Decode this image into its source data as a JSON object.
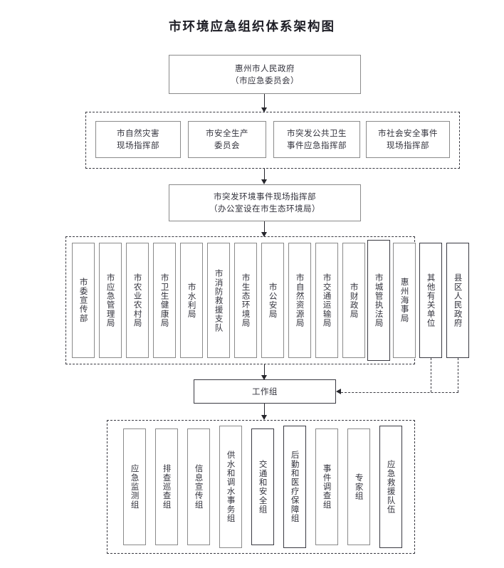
{
  "title": "市环境应急组织体系架构图",
  "top": {
    "line1": "惠州市人民政府",
    "line2": "（市应急委员会）"
  },
  "command_centers": [
    {
      "line1": "市自然灾害",
      "line2": "现场指挥部"
    },
    {
      "line1": "市安全生产",
      "line2": "委员会"
    },
    {
      "line1": "市突发公共卫生",
      "line2": "事件应急指挥部"
    },
    {
      "line1": "市社会安全事件",
      "line2": "现场指挥部"
    }
  ],
  "site_hq": {
    "line1": "市突发环境事件现场指挥部",
    "line2": "（办公室设在市生态环境局）"
  },
  "member_units": [
    {
      "label": "市委宣传部"
    },
    {
      "label": "市应急管理局"
    },
    {
      "label": "市农业农村局"
    },
    {
      "label": "市卫生健康局"
    },
    {
      "label": "市水利局"
    },
    {
      "label": "市消防救援支队"
    },
    {
      "label": "市生态环境局"
    },
    {
      "label": "市公安局"
    },
    {
      "label": "市自然资源局"
    },
    {
      "label": "市交通运输局"
    },
    {
      "label": "市财政局"
    },
    {
      "label": "市城管执法局"
    },
    {
      "label": "惠州海事局"
    }
  ],
  "external_units": [
    {
      "label": "其他有关单位"
    },
    {
      "label": "县区人民政府"
    }
  ],
  "working_group": {
    "label": "工作组"
  },
  "task_groups": [
    {
      "label": "应急监测组"
    },
    {
      "label": "排查巡查组"
    },
    {
      "label": "信息宣传组"
    },
    {
      "label": "供水和调水事务组"
    },
    {
      "label": "交通和安全组"
    },
    {
      "label": "后勤和医疗保障组"
    },
    {
      "label": "事件调查组"
    },
    {
      "label": "专家组"
    },
    {
      "label": "应急救援队伍"
    }
  ],
  "colors": {
    "box_border": "#8a8a8a",
    "dash_border": "#3a3a42",
    "text": "#33333d",
    "connector": "#26262c"
  }
}
